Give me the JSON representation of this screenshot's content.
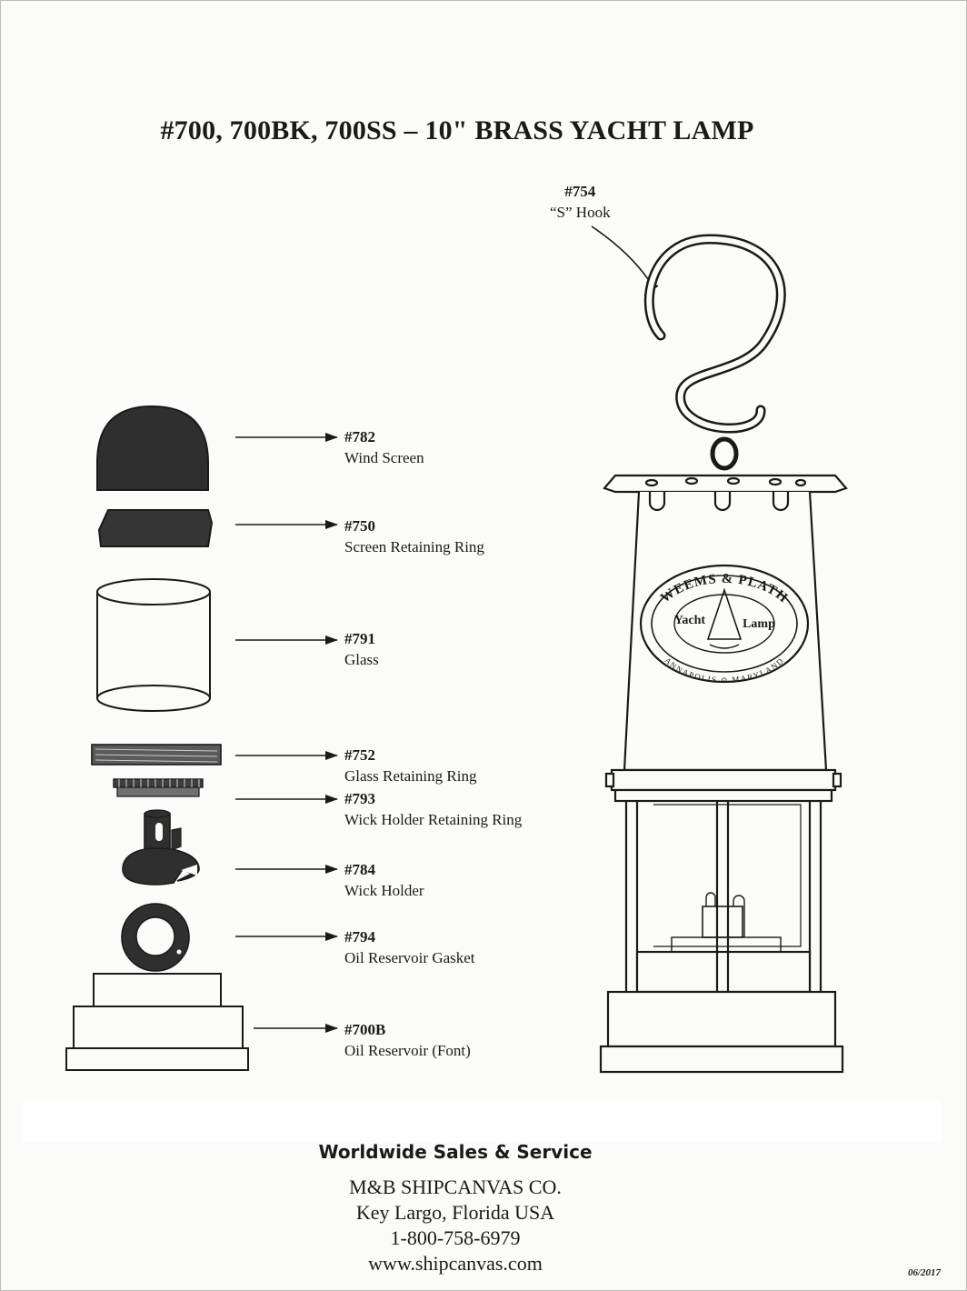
{
  "title": "#700, 700BK, 700SS – 10\" BRASS YACHT LAMP",
  "parts": [
    {
      "number": "#754",
      "name": "“S” Hook"
    },
    {
      "number": "#782",
      "name": "Wind Screen"
    },
    {
      "number": "#750",
      "name": "Screen Retaining Ring"
    },
    {
      "number": "#791",
      "name": "Glass"
    },
    {
      "number": "#752",
      "name": "Glass Retaining Ring"
    },
    {
      "number": "#793",
      "name": "Wick Holder Retaining Ring"
    },
    {
      "number": "#784",
      "name": "Wick Holder"
    },
    {
      "number": "#794",
      "name": "Oil Reservoir Gasket"
    },
    {
      "number": "#700B",
      "name": "Oil Reservoir (Font)"
    }
  ],
  "badge": {
    "top_text": "WEEMS & PLATH",
    "left_word": "Yacht",
    "right_word": "Lamp",
    "bottom_text": "ANNAPOLIS ⊙ MARYLAND"
  },
  "footer": {
    "heading": "Worldwide Sales & Service",
    "company": "M&B SHIPCANVAS CO.",
    "location": "Key Largo, Florida USA",
    "phone": "1-800-758-6979",
    "website": "www.shipcanvas.com"
  },
  "date": "06/2017"
}
